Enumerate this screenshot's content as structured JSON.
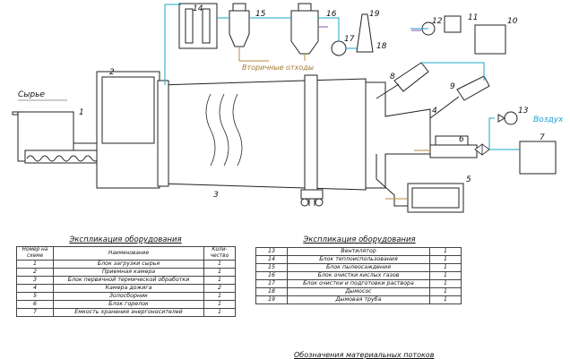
{
  "diagram": {
    "labels": {
      "raw_material": "Сырье",
      "secondary_waste": "Вторичные отходы",
      "air_in": "Воздух"
    },
    "numbers": [
      "1",
      "2",
      "3",
      "4",
      "5",
      "6",
      "7",
      "8",
      "9",
      "10",
      "11",
      "12",
      "13",
      "14",
      "15",
      "16",
      "17",
      "18",
      "19"
    ],
    "colors": {
      "gas": "#1aa5c8",
      "liquid": "#b98b3c",
      "purple": "#8a4fa8",
      "line": "#222222"
    }
  },
  "table_left": {
    "title": "Экспликация оборудования",
    "headers": [
      "Номер на схеме",
      "Наименование",
      "Коли-чество"
    ],
    "rows": [
      [
        "1",
        "Блок загрузки сырья",
        "1"
      ],
      [
        "2",
        "Приемная камера",
        "1"
      ],
      [
        "3",
        "Блок первичной термической обработки",
        "1"
      ],
      [
        "4",
        "Камера дожига",
        "2"
      ],
      [
        "5",
        "Золосборник",
        "1"
      ],
      [
        "6",
        "Блок горелок",
        "1"
      ],
      [
        "7",
        "Емкость хранения энергоносителей",
        "1"
      ]
    ]
  },
  "table_right": {
    "title": "Экспликация оборудования",
    "rows": [
      [
        "13",
        "Вентилятор",
        "1"
      ],
      [
        "14",
        "Блок теплоиспользования",
        "1"
      ],
      [
        "15",
        "Блок пылеосаждения",
        "1"
      ],
      [
        "16",
        "Блок очистки кислых газов",
        "1"
      ],
      [
        "17",
        "Блок очистки и подготовки раствора",
        "1"
      ],
      [
        "18",
        "Дымосос",
        "1"
      ],
      [
        "19",
        "Дымовая труба",
        "1"
      ]
    ]
  },
  "footer": {
    "text": "Обозначения материальных потоков"
  }
}
